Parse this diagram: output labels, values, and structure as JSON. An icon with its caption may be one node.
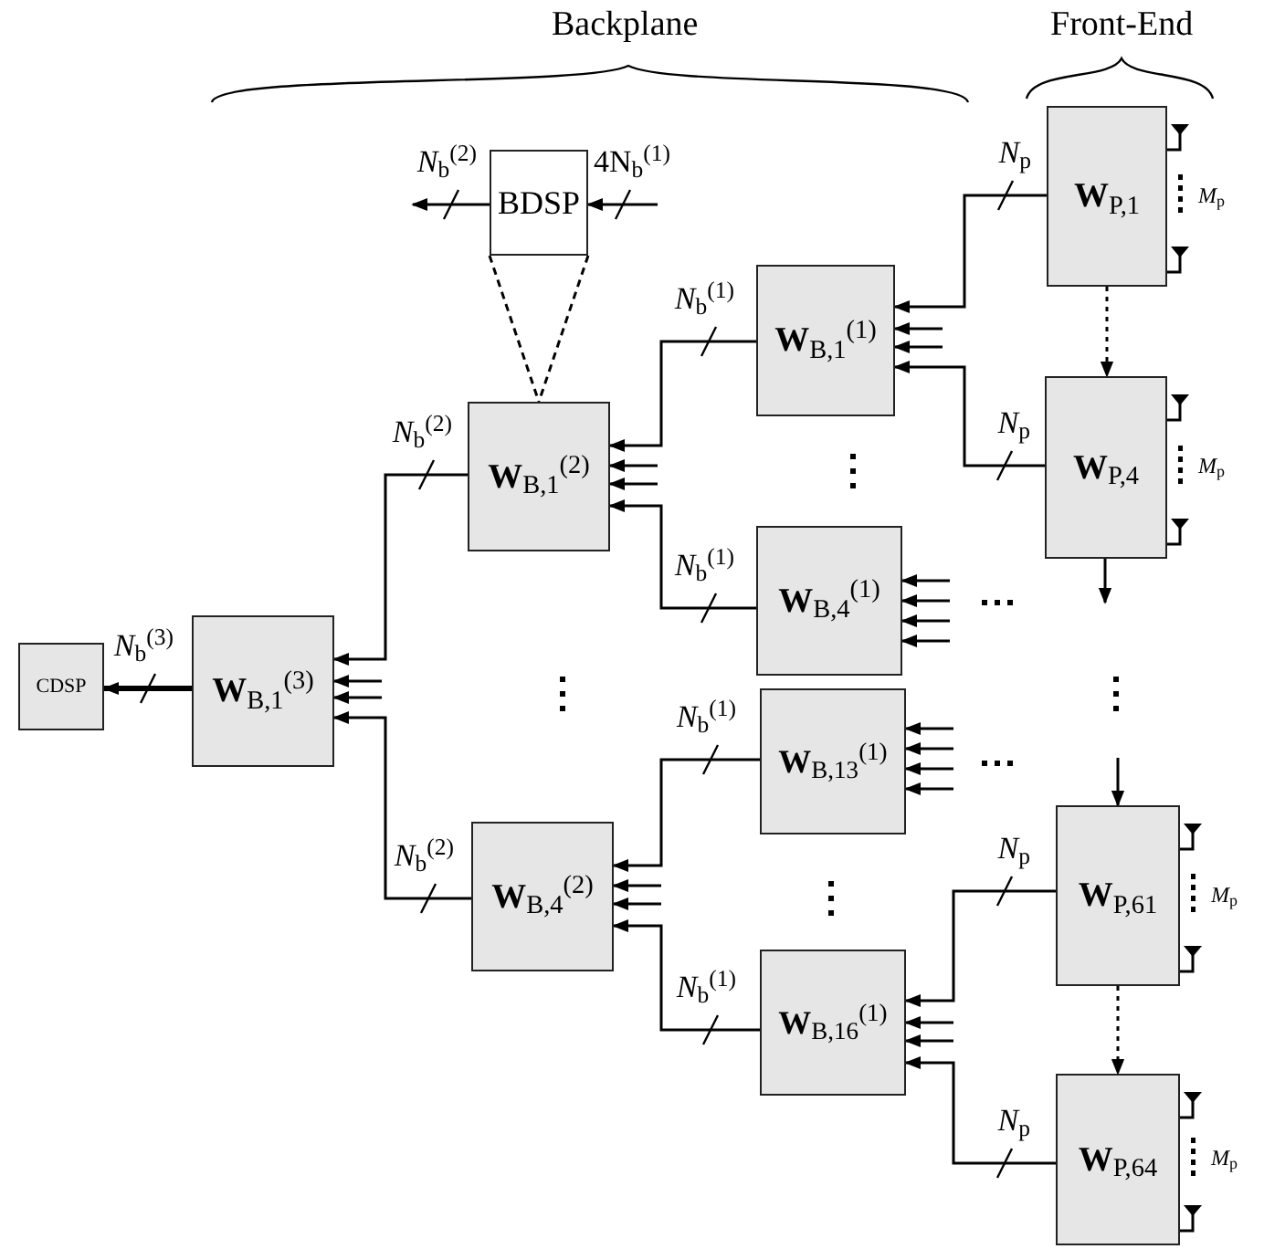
{
  "diagram": {
    "nodes": [
      {
        "text": [
          "CDSP"
        ]
      },
      {
        "text": [
          "**W**$_{B,1}$$^{(3)}$"
        ]
      },
      {
        "text": [
          "**W**$_{B,1}$$^{(2)}$"
        ]
      },
      {
        "text": [
          "**W**$_{B,4}$$^{(2)}$"
        ]
      },
      {
        "text": [
          "**W**$_{B,1}$$^{(1)}$"
        ]
      },
      {
        "text": [
          "**W**$_{B,4}$$^{(1)}$"
        ]
      },
      {
        "text": [
          "**W**$_{B,13}$$^{(1)}$"
        ]
      },
      {
        "text": [
          "**W**$_{B,16}$$^{(1)}$"
        ]
      },
      {
        "text": [
          "**W**$_{P,1}$"
        ],
        "beside": [
          "*M*$_{p}$"
        ]
      },
      {
        "text": [
          "**W**$_{P,4}$"
        ],
        "beside": [
          "*M*$_{p}$"
        ]
      },
      {
        "text": [
          "**W**$_{P,61}$"
        ],
        "beside": [
          "*M*$_{p}$"
        ]
      },
      {
        "text": [
          "**W**$_{P,64}$"
        ],
        "beside": [
          "*M*$_{p}$"
        ]
      },
      {
        "text": [
          "BDSP"
        ]
      }
    ],
    "edges": [
      {
        "from": 1,
        "to": 0,
        "arrow": "to",
        "label": "*N*$_{b}$$^{(3)}$",
        "style": "thick"
      },
      {
        "from": 2,
        "to": 1,
        "arrow": "to",
        "label": "*N*$_{b}$$^{(2)}$"
      },
      {
        "from": 3,
        "to": 1,
        "arrow": "to",
        "label": "*N*$_{b}$$^{(2)}$"
      },
      {
        "from": 4,
        "to": 2,
        "arrow": "to",
        "label": "*N*$_{b}$$^{(1)}$"
      },
      {
        "from": 5,
        "to": 2,
        "arrow": "to",
        "label": "*N*$_{b}$$^{(1)}$"
      },
      {
        "from": 6,
        "to": 3,
        "arrow": "to",
        "label": "*N*$_{b}$$^{(1)}$"
      },
      {
        "from": 7,
        "to": 3,
        "arrow": "to",
        "label": "*N*$_{b}$$^{(1)}$"
      },
      {
        "from": 8,
        "to": 4,
        "arrow": "to",
        "label": "*N*$_{p}$"
      },
      {
        "from": 9,
        "to": 4,
        "arrow": "to",
        "label": "*N*$_{p}$"
      },
      {
        "from": 10,
        "to": 7,
        "arrow": "to",
        "label": "*N*$_{p}$"
      },
      {
        "from": 11,
        "to": 7,
        "arrow": "to",
        "label": "*N*$_{p}$"
      },
      {
        "from": 8,
        "to": 9,
        "arrow": "to",
        "style": "dashed"
      },
      {
        "from": 10,
        "to": 11,
        "arrow": "to",
        "style": "dashed"
      },
      {
        "from": 9,
        "to": null,
        "arrow": "to"
      },
      {
        "from": null,
        "to": 10,
        "arrow": "to"
      },
      {
        "from": null,
        "to": 12,
        "arrow": "to",
        "label": "4N$_{b}$$^{(1)}$"
      },
      {
        "from": 12,
        "to": null,
        "arrow": "to",
        "label": "*N*$_{b}$$^{(2)}$"
      },
      {
        "from": 12,
        "to": 2,
        "arrow": "none",
        "style": "dashed"
      },
      {
        "from": null,
        "to": 1,
        "arrow": "to"
      },
      {
        "from": null,
        "to": 1,
        "arrow": "to"
      },
      {
        "from": null,
        "to": 2,
        "arrow": "to"
      },
      {
        "from": null,
        "to": 2,
        "arrow": "to"
      },
      {
        "from": null,
        "to": 3,
        "arrow": "to"
      },
      {
        "from": null,
        "to": 3,
        "arrow": "to"
      },
      {
        "from": null,
        "to": 4,
        "arrow": "to"
      },
      {
        "from": null,
        "to": 4,
        "arrow": "to"
      },
      {
        "from": null,
        "to": 5,
        "arrow": "to"
      },
      {
        "from": null,
        "to": 5,
        "arrow": "to"
      },
      {
        "from": null,
        "to": 5,
        "arrow": "to"
      },
      {
        "from": null,
        "to": 5,
        "arrow": "to"
      },
      {
        "from": null,
        "to": 6,
        "arrow": "to"
      },
      {
        "from": null,
        "to": 6,
        "arrow": "to"
      },
      {
        "from": null,
        "to": 6,
        "arrow": "to"
      },
      {
        "from": null,
        "to": 6,
        "arrow": "to"
      },
      {
        "from": null,
        "to": 7,
        "arrow": "to"
      },
      {
        "from": null,
        "to": 7,
        "arrow": "to"
      }
    ],
    "labels": [
      "Backplane",
      "Front-End"
    ]
  }
}
